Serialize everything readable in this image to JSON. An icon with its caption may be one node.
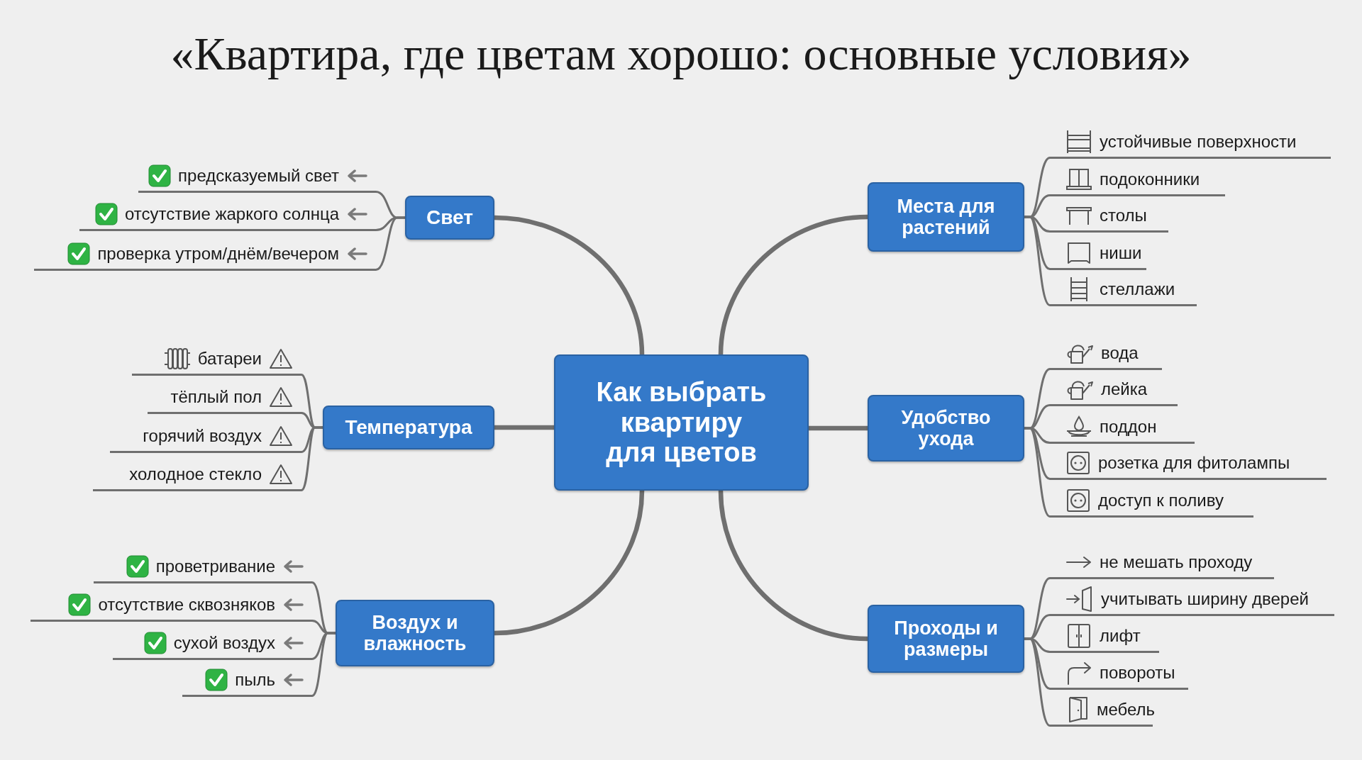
{
  "diagram": {
    "title": "«Квартира, где цветам хорошо: основные условия»",
    "nodes": [
      {
        "text": [
          "Как выбрать квартиру для цветов"
        ]
      },
      {
        "text": [
          "Свет"
        ]
      },
      {
        "text": [
          "Температура"
        ]
      },
      {
        "text": [
          "Воздух и влажность"
        ]
      },
      {
        "text": [
          "Места для растений"
        ]
      },
      {
        "text": [
          "Удобство ухода"
        ]
      },
      {
        "text": [
          "Проходы и размеры"
        ]
      },
      {
        "text": [
          "предсказуемый свет"
        ]
      },
      {
        "text": [
          "отсутствие жаркого солнца"
        ]
      },
      {
        "text": [
          "проверка утром/днём/вечером"
        ]
      },
      {
        "text": [
          "батареи"
        ]
      },
      {
        "text": [
          "тёплый пол"
        ]
      },
      {
        "text": [
          "горячий воздух"
        ]
      },
      {
        "text": [
          "холодное стекло"
        ]
      },
      {
        "text": [
          "проветривание"
        ]
      },
      {
        "text": [
          "отсутствие сквозняков"
        ]
      },
      {
        "text": [
          "сухой воздух"
        ]
      },
      {
        "text": [
          "пыль"
        ]
      },
      {
        "text": [
          "устойчивые поверхности"
        ]
      },
      {
        "text": [
          "подоконники"
        ]
      },
      {
        "text": [
          "столы"
        ]
      },
      {
        "text": [
          "ниши"
        ]
      },
      {
        "text": [
          "стеллажи"
        ]
      },
      {
        "text": [
          "вода"
        ]
      },
      {
        "text": [
          "лейка"
        ]
      },
      {
        "text": [
          "поддон"
        ]
      },
      {
        "text": [
          "розетка для фитолампы"
        ]
      },
      {
        "text": [
          "доступ к поливу"
        ]
      },
      {
        "text": [
          "не мешать проходу"
        ]
      },
      {
        "text": [
          "учитывать ширину дверей"
        ]
      },
      {
        "text": [
          "лифт"
        ]
      },
      {
        "text": [
          "повороты"
        ]
      },
      {
        "text": [
          "мебель"
        ]
      }
    ],
    "edges": [
      {
        "from": 0,
        "to": 1,
        "arrow": "none",
        "style": "thick"
      },
      {
        "from": 0,
        "to": 2,
        "arrow": "none",
        "style": "thick"
      },
      {
        "from": 0,
        "to": 3,
        "arrow": "none",
        "style": "thick"
      },
      {
        "from": 0,
        "to": 4,
        "arrow": "none",
        "style": "thick"
      },
      {
        "from": 0,
        "to": 5,
        "arrow": "none",
        "style": "thick"
      },
      {
        "from": 0,
        "to": 6,
        "arrow": "none",
        "style": "thick"
      },
      {
        "from": 1,
        "to": 7,
        "arrow": "none"
      },
      {
        "from": 1,
        "to": 8,
        "arrow": "none"
      },
      {
        "from": 1,
        "to": 9,
        "arrow": "none"
      },
      {
        "from": 2,
        "to": 10,
        "arrow": "none"
      },
      {
        "from": 2,
        "to": 11,
        "arrow": "none"
      },
      {
        "from": 2,
        "to": 12,
        "arrow": "none"
      },
      {
        "from": 2,
        "to": 13,
        "arrow": "none"
      },
      {
        "from": 3,
        "to": 14,
        "arrow": "none"
      },
      {
        "from": 3,
        "to": 15,
        "arrow": "none"
      },
      {
        "from": 3,
        "to": 16,
        "arrow": "none"
      },
      {
        "from": 3,
        "to": 17,
        "arrow": "none"
      },
      {
        "from": 4,
        "to": 18,
        "arrow": "none"
      },
      {
        "from": 4,
        "to": 19,
        "arrow": "none"
      },
      {
        "from": 4,
        "to": 20,
        "arrow": "none"
      },
      {
        "from": 4,
        "to": 21,
        "arrow": "none"
      },
      {
        "from": 4,
        "to": 22,
        "arrow": "none"
      },
      {
        "from": 5,
        "to": 23,
        "arrow": "none"
      },
      {
        "from": 5,
        "to": 24,
        "arrow": "none"
      },
      {
        "from": 5,
        "to": 25,
        "arrow": "none"
      },
      {
        "from": 5,
        "to": 26,
        "arrow": "none"
      },
      {
        "from": 5,
        "to": 27,
        "arrow": "none"
      },
      {
        "from": 6,
        "to": 28,
        "arrow": "none"
      },
      {
        "from": 6,
        "to": 29,
        "arrow": "none"
      },
      {
        "from": 6,
        "to": 30,
        "arrow": "none"
      },
      {
        "from": 6,
        "to": 31,
        "arrow": "none"
      },
      {
        "from": 6,
        "to": 32,
        "arrow": "none"
      }
    ]
  }
}
